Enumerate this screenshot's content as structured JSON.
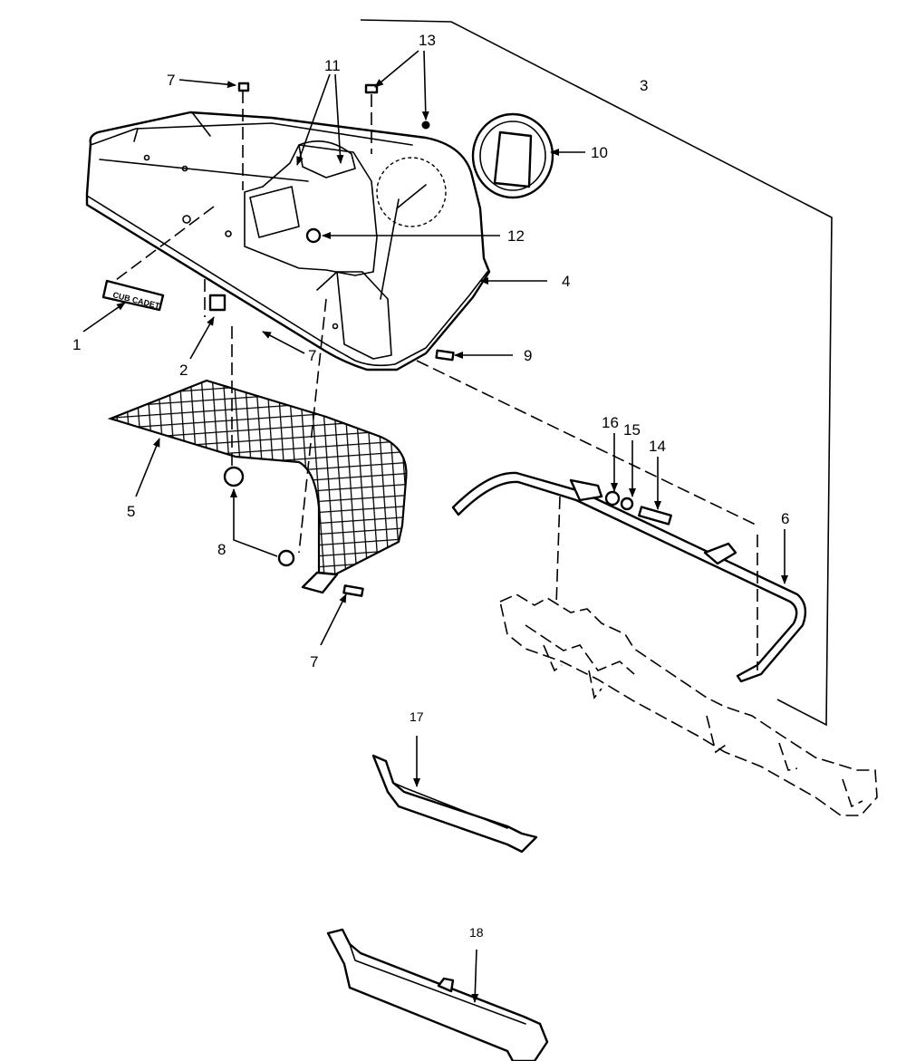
{
  "callouts": {
    "c1": "1",
    "c2": "2",
    "c3": "3",
    "c4": "4",
    "c5": "5",
    "c6": "6",
    "c7a": "7",
    "c7b": "7",
    "c7c": "7",
    "c8": "8",
    "c9": "9",
    "c10": "10",
    "c11": "11",
    "c12": "12",
    "c13": "13",
    "c14": "14",
    "c15": "15",
    "c16": "16",
    "c17": "17",
    "c18": "18"
  },
  "nameplate_text": "CUB CADET"
}
